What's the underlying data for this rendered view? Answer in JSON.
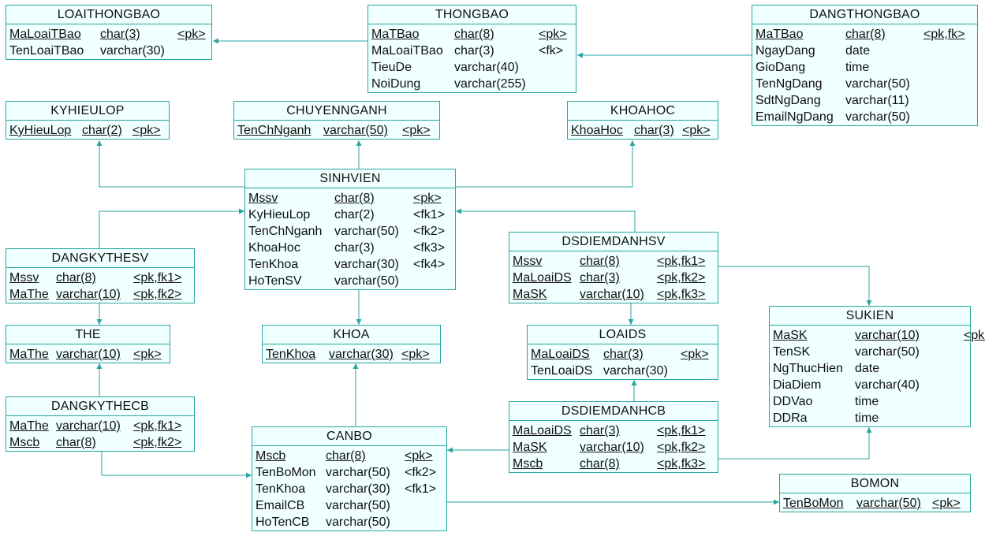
{
  "entities": [
    {
      "id": "loaithongbao",
      "name": "LOAITHONGBAO",
      "attrs": [
        [
          "MaLoaiTBao",
          "char(3)",
          "<pk>",
          true
        ],
        [
          "TenLoaiTBao",
          "varchar(30)",
          "",
          false
        ]
      ]
    },
    {
      "id": "thongbao",
      "name": "THONGBAO",
      "attrs": [
        [
          "MaTBao",
          "char(8)",
          "<pk>",
          true
        ],
        [
          "MaLoaiTBao",
          "char(3)",
          "<fk>",
          false
        ],
        [
          "TieuDe",
          "varchar(40)",
          "",
          false
        ],
        [
          "NoiDung",
          "varchar(255)",
          "",
          false
        ]
      ]
    },
    {
      "id": "dangthongbao",
      "name": "DANGTHONGBAO",
      "attrs": [
        [
          "MaTBao",
          "char(8)",
          "<pk,fk>",
          true
        ],
        [
          "NgayDang",
          "date",
          "",
          false
        ],
        [
          "GioDang",
          "time",
          "",
          false
        ],
        [
          "TenNgDang",
          "varchar(50)",
          "",
          false
        ],
        [
          "SdtNgDang",
          "varchar(11)",
          "",
          false
        ],
        [
          "EmailNgDang",
          "varchar(50)",
          "",
          false
        ]
      ]
    },
    {
      "id": "kyhieulop",
      "name": "KYHIEULOP",
      "attrs": [
        [
          "KyHieuLop",
          "char(2)",
          "<pk>",
          true
        ]
      ]
    },
    {
      "id": "chuyennganh",
      "name": "CHUYENNGANH",
      "attrs": [
        [
          "TenChNganh",
          "varchar(50)",
          "<pk>",
          true
        ]
      ]
    },
    {
      "id": "khoahoc",
      "name": "KHOAHOC",
      "attrs": [
        [
          "KhoaHoc",
          "char(3)",
          "<pk>",
          true
        ]
      ]
    },
    {
      "id": "sinhvien",
      "name": "SINHVIEN",
      "attrs": [
        [
          "Mssv",
          "char(8)",
          "<pk>",
          true
        ],
        [
          "KyHieuLop",
          "char(2)",
          "<fk1>",
          false
        ],
        [
          "TenChNganh",
          "varchar(50)",
          "<fk2>",
          false
        ],
        [
          "KhoaHoc",
          "char(3)",
          "<fk3>",
          false
        ],
        [
          "TenKhoa",
          "varchar(30)",
          "<fk4>",
          false
        ],
        [
          "HoTenSV",
          "varchar(50)",
          "",
          false
        ]
      ]
    },
    {
      "id": "dangkythesv",
      "name": "DANGKYTHESV",
      "attrs": [
        [
          "Mssv",
          "char(8)",
          "<pk,fk1>",
          true
        ],
        [
          "MaThe",
          "varchar(10)",
          "<pk,fk2>",
          true
        ]
      ]
    },
    {
      "id": "dsdiemdanhsv",
      "name": "DSDIEMDANHSV",
      "attrs": [
        [
          "Mssv",
          "char(8)",
          "<pk,fk1>",
          true
        ],
        [
          "MaLoaiDS",
          "char(3)",
          "<pk,fk2>",
          true
        ],
        [
          "MaSK",
          "varchar(10)",
          "<pk,fk3>",
          true
        ]
      ]
    },
    {
      "id": "sukien",
      "name": "SUKIEN",
      "attrs": [
        [
          "MaSK",
          "varchar(10)",
          "<pk>",
          true
        ],
        [
          "TenSK",
          "varchar(50)",
          "",
          false
        ],
        [
          "NgThucHien",
          "date",
          "",
          false
        ],
        [
          "DiaDiem",
          "varchar(40)",
          "",
          false
        ],
        [
          "DDVao",
          "time",
          "",
          false
        ],
        [
          "DDRa",
          "time",
          "",
          false
        ]
      ]
    },
    {
      "id": "the",
      "name": "THE",
      "attrs": [
        [
          "MaThe",
          "varchar(10)",
          "<pk>",
          true
        ]
      ]
    },
    {
      "id": "khoa",
      "name": "KHOA",
      "attrs": [
        [
          "TenKhoa",
          "varchar(30)",
          "<pk>",
          true
        ]
      ]
    },
    {
      "id": "loaids",
      "name": "LOAIDS",
      "attrs": [
        [
          "MaLoaiDS",
          "char(3)",
          "<pk>",
          true
        ],
        [
          "TenLoaiDS",
          "varchar(30)",
          "",
          false
        ]
      ]
    },
    {
      "id": "dangkythecb",
      "name": "DANGKYTHECB",
      "attrs": [
        [
          "MaThe",
          "varchar(10)",
          "<pk,fk1>",
          true
        ],
        [
          "Mscb",
          "char(8)",
          "<pk,fk2>",
          true
        ]
      ]
    },
    {
      "id": "canbo",
      "name": "CANBO",
      "attrs": [
        [
          "Mscb",
          "char(8)",
          "<pk>",
          true
        ],
        [
          "TenBoMon",
          "varchar(50)",
          "<fk2>",
          false
        ],
        [
          "TenKhoa",
          "varchar(30)",
          "<fk1>",
          false
        ],
        [
          "EmailCB",
          "varchar(50)",
          "",
          false
        ],
        [
          "HoTenCB",
          "varchar(50)",
          "",
          false
        ]
      ]
    },
    {
      "id": "dsdiemdanhcb",
      "name": "DSDIEMDANHCB",
      "attrs": [
        [
          "MaLoaiDS",
          "char(3)",
          "<pk,fk1>",
          true
        ],
        [
          "MaSK",
          "varchar(10)",
          "<pk,fk2>",
          true
        ],
        [
          "Mscb",
          "char(8)",
          "<pk,fk3>",
          true
        ]
      ]
    },
    {
      "id": "bomon",
      "name": "BOMON",
      "attrs": [
        [
          "TenBoMon",
          "varchar(50)",
          "<pk>",
          true
        ]
      ]
    }
  ],
  "relationships": [
    {
      "from": "thongbao",
      "to": "loaithongbao"
    },
    {
      "from": "dangthongbao",
      "to": "thongbao"
    },
    {
      "from": "sinhvien",
      "to": "kyhieulop"
    },
    {
      "from": "sinhvien",
      "to": "chuyennganh"
    },
    {
      "from": "sinhvien",
      "to": "khoahoc"
    },
    {
      "from": "sinhvien",
      "to": "khoa"
    },
    {
      "from": "dangkythesv",
      "to": "sinhvien"
    },
    {
      "from": "dangkythesv",
      "to": "the"
    },
    {
      "from": "dsdiemdanhsv",
      "to": "sinhvien"
    },
    {
      "from": "dsdiemdanhsv",
      "to": "loaids"
    },
    {
      "from": "dsdiemdanhsv",
      "to": "sukien"
    },
    {
      "from": "dangkythecb",
      "to": "the"
    },
    {
      "from": "dangkythecb",
      "to": "canbo"
    },
    {
      "from": "canbo",
      "to": "khoa"
    },
    {
      "from": "canbo",
      "to": "bomon"
    },
    {
      "from": "dsdiemdanhcb",
      "to": "loaids"
    },
    {
      "from": "dsdiemdanhcb",
      "to": "sukien"
    },
    {
      "from": "dsdiemdanhcb",
      "to": "canbo"
    }
  ],
  "colors": {
    "line": "#2aa6a0",
    "fill": "#f0ffff",
    "text": "#101010"
  }
}
